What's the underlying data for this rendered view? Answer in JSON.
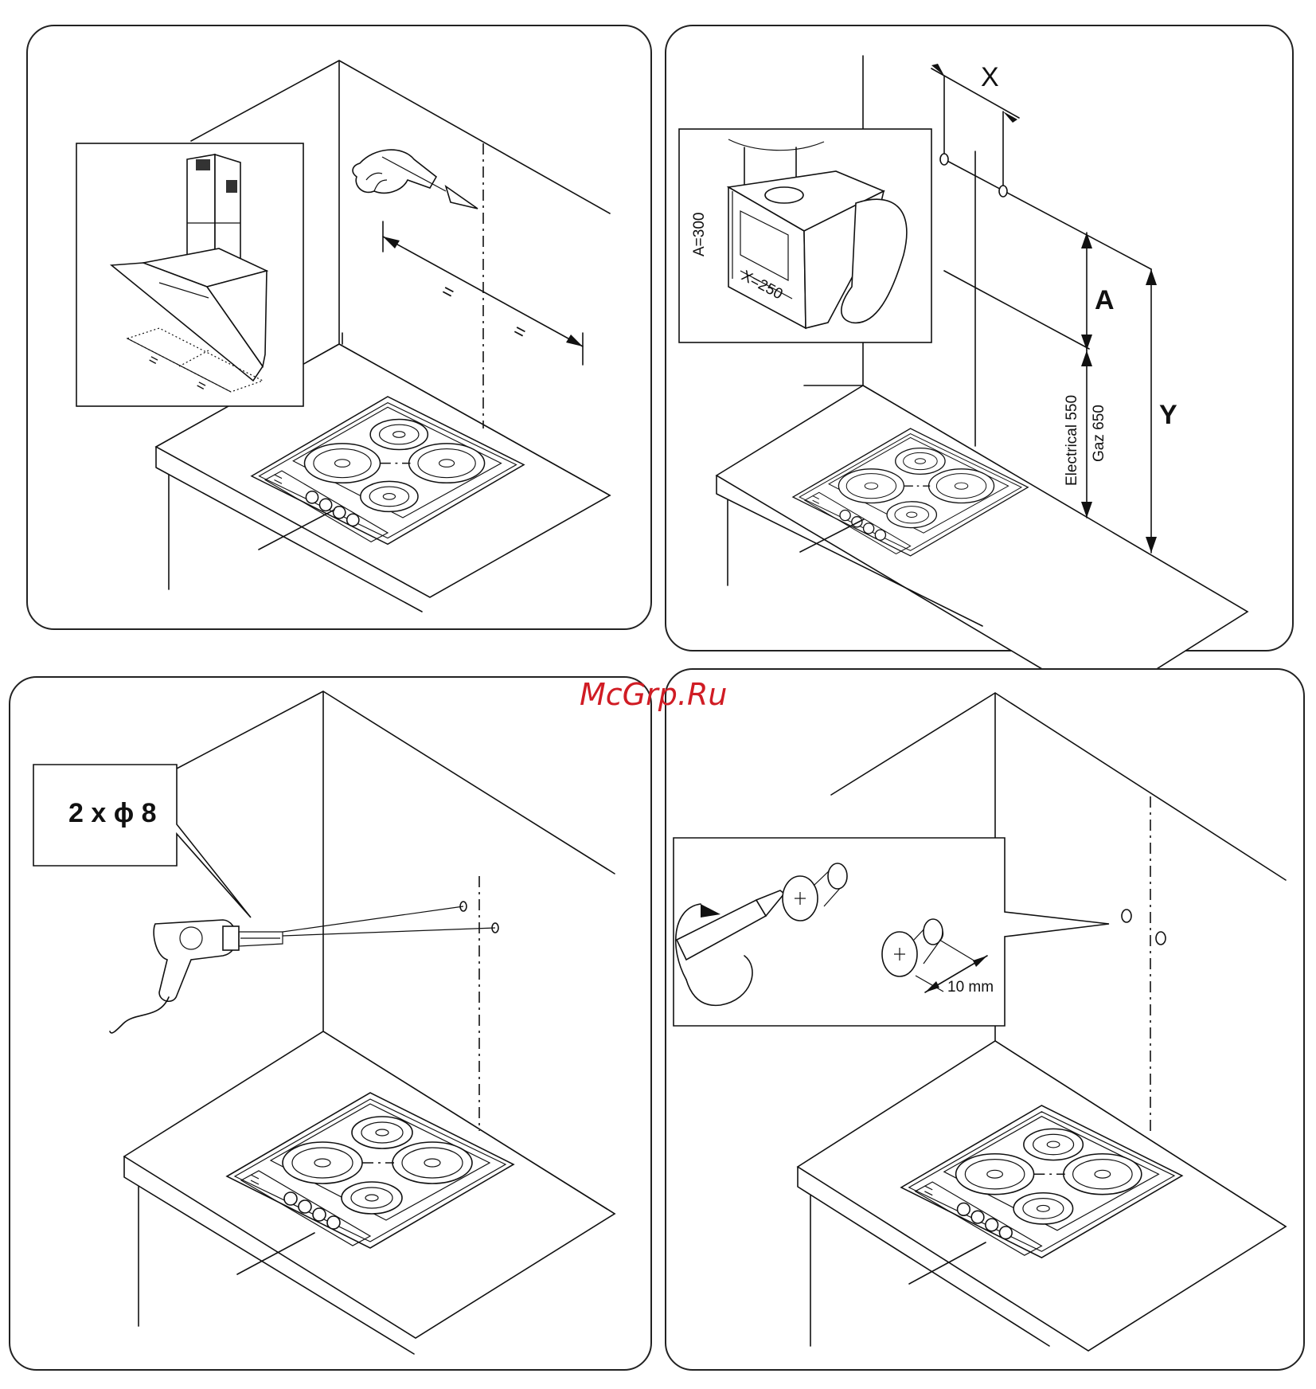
{
  "watermark": "McGrp.Ru",
  "panel2": {
    "label_x": "X",
    "label_a": "A",
    "label_y": "Y",
    "inset_a": "A=300",
    "inset_x": "X=250",
    "electrical": "Electrical 550",
    "gaz": "Gaz 650"
  },
  "panel3": {
    "drill_spec": "2 x ϕ 8"
  },
  "panel4": {
    "screw_length": "10 mm"
  },
  "colors": {
    "watermark": "#d01c24",
    "line": "#111111"
  }
}
